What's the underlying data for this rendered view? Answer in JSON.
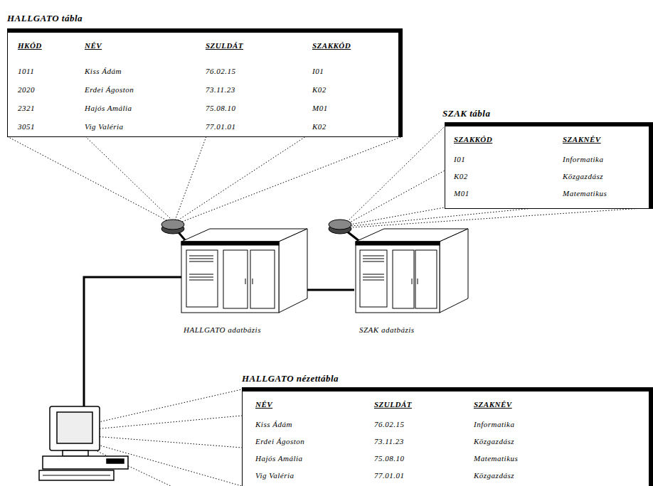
{
  "diagram": {
    "nodes": [
      {
        "text": [
          "HALLGATO tábla",
          "HKÓD",
          "NÉV",
          "SZULDÁT",
          "SZAKKÓD",
          "1011",
          "Kiss Ádám",
          "76.02.15",
          "I01",
          "2020",
          "Erdei Ágoston",
          "73.11.23",
          "K02",
          "2321",
          "Hajós Amália",
          "75.08.10",
          "M01",
          "3051",
          "Vig Valéria",
          "77.01.01",
          "K02"
        ]
      },
      {
        "text": [
          "SZAK tábla",
          "SZAKKÓD",
          "SZAKNÉV",
          "I01",
          "Informatika",
          "K02",
          "Közgazdász",
          "M01",
          "Matematikus"
        ]
      },
      {
        "text": [
          "HALLGATO adatbázis"
        ]
      },
      {
        "text": [
          "SZAK adatbázis"
        ]
      },
      {
        "text": [
          "HALLGATO nézettábla",
          "NÉV",
          "SZULDÁT",
          "SZAKNÉV",
          "Kiss Ádám",
          "76.02.15",
          "Informatika",
          "Erdei Ágoston",
          "73.11.23",
          "Közgazdász",
          "Hajós Amália",
          "75.08.10",
          "Matematikus",
          "Vig Valéria",
          "77.01.01",
          "Közgazdász"
        ]
      }
    ],
    "edges": [
      {
        "from": 2,
        "to": 3,
        "arrow": "none"
      }
    ]
  }
}
